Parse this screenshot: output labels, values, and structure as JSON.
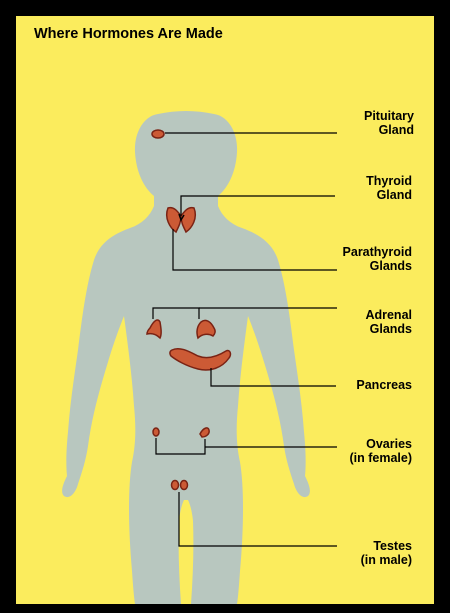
{
  "title": "Where Hormones Are Made",
  "colors": {
    "background": "#fbec5d",
    "body": "#b8c7bf",
    "gland_fill": "#cc5a35",
    "gland_outline": "#7a2314",
    "leader": "#000000",
    "frame": "#000000"
  },
  "labels": [
    {
      "id": "pituitary",
      "lines": [
        "Pituitary",
        "Gland"
      ]
    },
    {
      "id": "thyroid",
      "lines": [
        "Thyroid",
        "Gland"
      ]
    },
    {
      "id": "parathyroid",
      "lines": [
        "Parathyroid",
        "Glands"
      ]
    },
    {
      "id": "adrenal",
      "lines": [
        "Adrenal",
        "Glands"
      ]
    },
    {
      "id": "pancreas",
      "lines": [
        "Pancreas"
      ]
    },
    {
      "id": "ovaries",
      "lines": [
        "Ovaries",
        "(in female)"
      ]
    },
    {
      "id": "testes",
      "lines": [
        "Testes",
        "(in male)"
      ]
    }
  ]
}
